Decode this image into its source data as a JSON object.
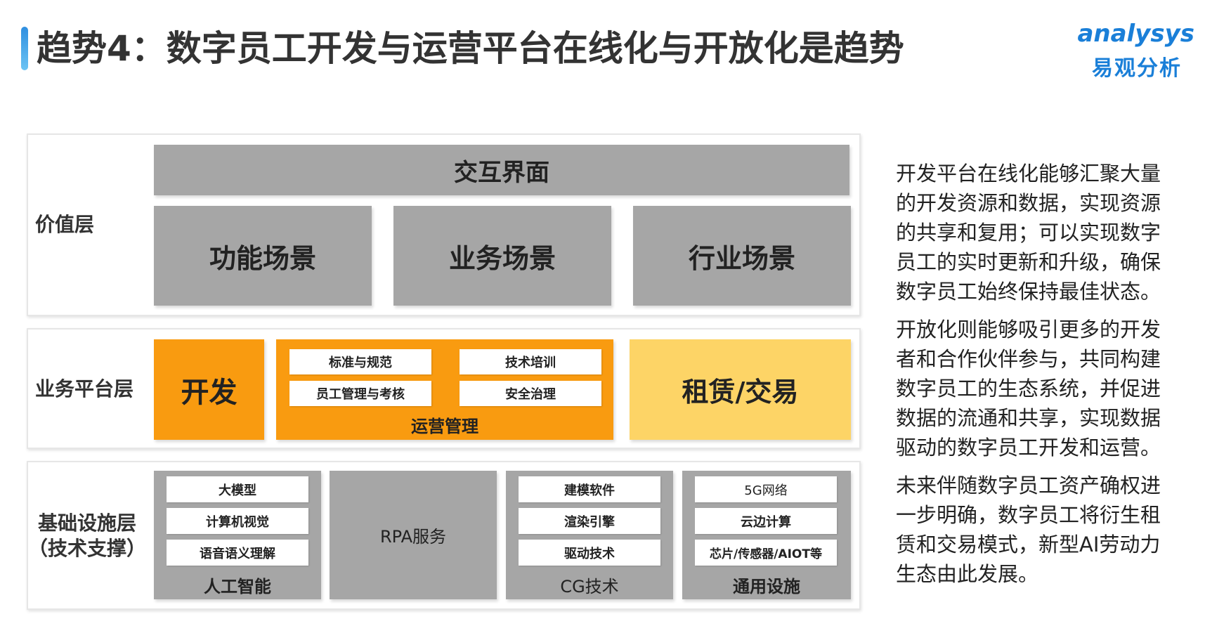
{
  "header": {
    "title": "趋势4：数字员工开发与运营平台在线化与开放化是趋势",
    "logo_top": "analysys",
    "logo_bottom": "易观分析"
  },
  "diagram": {
    "value_layer": {
      "label": "价值层",
      "interface": "交互界面",
      "scenes": [
        "功能场景",
        "业务场景",
        "行业场景"
      ]
    },
    "platform_layer": {
      "label": "业务平台层",
      "develop": "开发",
      "ops": {
        "items": [
          "标准与规范",
          "技术培训",
          "员工管理与考核",
          "安全治理"
        ],
        "caption": "运营管理"
      },
      "lease": "租赁/交易"
    },
    "infra_layer": {
      "label_line1": "基础设施层",
      "label_line2": "（技术支撑）",
      "ai": {
        "items": [
          "大模型",
          "计算机视觉",
          "语音语义理解"
        ],
        "caption": "人工智能"
      },
      "rpa": "RPA服务",
      "cg": {
        "items": [
          "建模软件",
          "渲染引擎",
          "驱动技术"
        ],
        "caption": "CG技术"
      },
      "general": {
        "items": [
          "5G网络",
          "云边计算",
          "芯片/传感器/AIOT等"
        ],
        "caption": "通用设施"
      }
    }
  },
  "side_text": {
    "p1": "开发平台在线化能够汇聚大量的开发资源和数据，实现资源的共享和复用；可以实现数字员工的实时更新和升级，确保数字员工始终保持最佳状态。",
    "p2": "开放化则能够吸引更多的开发者和合作伙伴参与，共同构建数字员工的生态系统，并促进数据的流通和共享，实现数据驱动的数字员工开发和运营。",
    "p3": "未来伴随数字员工资产确权进一步明确，数字员工将衍生租赁和交易模式，新型AI劳动力生态由此发展。"
  },
  "colors": {
    "accent": "#1a7fd8",
    "gray": "#a6a6a6",
    "orange": "#f99b10",
    "yellow": "#fdd466"
  }
}
